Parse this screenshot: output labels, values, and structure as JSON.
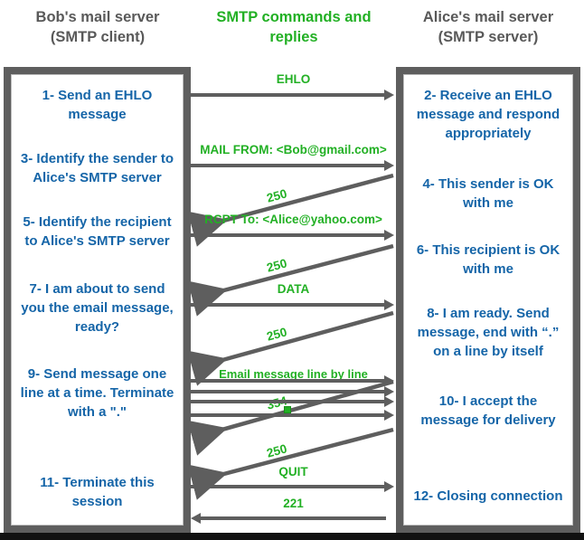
{
  "headings": {
    "left": "Bob's mail server\n(SMTP client)",
    "left_line1": "Bob's mail server",
    "left_line2": "(SMTP client)",
    "middle_line1": "SMTP commands and",
    "middle_line2": "replies",
    "right_line1": "Alice's mail server",
    "right_line2": "(SMTP server)"
  },
  "colors": {
    "heading_gray": "#595959",
    "green": "#22b024",
    "blue": "#1565a8",
    "arrow_gray": "#5e5e5e",
    "box_border": "#5e5e5e"
  },
  "client_steps": [
    {
      "id": "step-1",
      "text": "1- Send an EHLO message"
    },
    {
      "id": "step-3",
      "text": "3- Identify the sender to Alice's SMTP server"
    },
    {
      "id": "step-5",
      "text": "5- Identify the recipient to Alice's SMTP server"
    },
    {
      "id": "step-7",
      "text": "7- I am about to send you the email message, ready?"
    },
    {
      "id": "step-9",
      "text": "9- Send message one line at a time. Terminate with a \".\""
    },
    {
      "id": "step-11",
      "text": "11- Terminate this session"
    }
  ],
  "server_steps": [
    {
      "id": "step-2",
      "text": "2- Receive an EHLO message and respond appropriately"
    },
    {
      "id": "step-4",
      "text": "4- This sender is OK with me"
    },
    {
      "id": "step-6",
      "text": "6- This recipient is OK with me"
    },
    {
      "id": "step-8",
      "text": "8-  I am ready. Send message, end with “.” on a line by itself"
    },
    {
      "id": "step-10",
      "text": "10-  I accept the message for delivery"
    },
    {
      "id": "step-12",
      "text": "12-  Closing connection"
    }
  ],
  "messages": [
    {
      "id": "msg-ehlo",
      "label": "EHLO",
      "direction": "client-to-server"
    },
    {
      "id": "reply-250-a",
      "label": "250",
      "direction": "server-to-client"
    },
    {
      "id": "msg-mail-from",
      "label": "MAIL FROM: <Bob@gmail.com>",
      "direction": "client-to-server"
    },
    {
      "id": "reply-250-b",
      "label": "250",
      "direction": "server-to-client"
    },
    {
      "id": "msg-rcpt-to",
      "label": "RCPT To: <Alice@yahoo.com>",
      "direction": "client-to-server"
    },
    {
      "id": "reply-250-c",
      "label": "250",
      "direction": "server-to-client"
    },
    {
      "id": "msg-data",
      "label": "DATA",
      "direction": "client-to-server"
    },
    {
      "id": "reply-354",
      "label": "354",
      "direction": "server-to-client"
    },
    {
      "id": "msg-email-body",
      "label": "Email message line by line",
      "direction": "client-to-server"
    },
    {
      "id": "msg-body-2",
      "label": "",
      "direction": "client-to-server"
    },
    {
      "id": "msg-body-3",
      "label": "",
      "direction": "client-to-server"
    },
    {
      "id": "msg-terminator",
      "label": ".",
      "direction": "client-to-server"
    },
    {
      "id": "reply-250-d",
      "label": "250",
      "direction": "server-to-client"
    },
    {
      "id": "msg-quit",
      "label": "QUIT",
      "direction": "client-to-server"
    },
    {
      "id": "reply-221",
      "label": "221",
      "direction": "server-to-client"
    }
  ]
}
